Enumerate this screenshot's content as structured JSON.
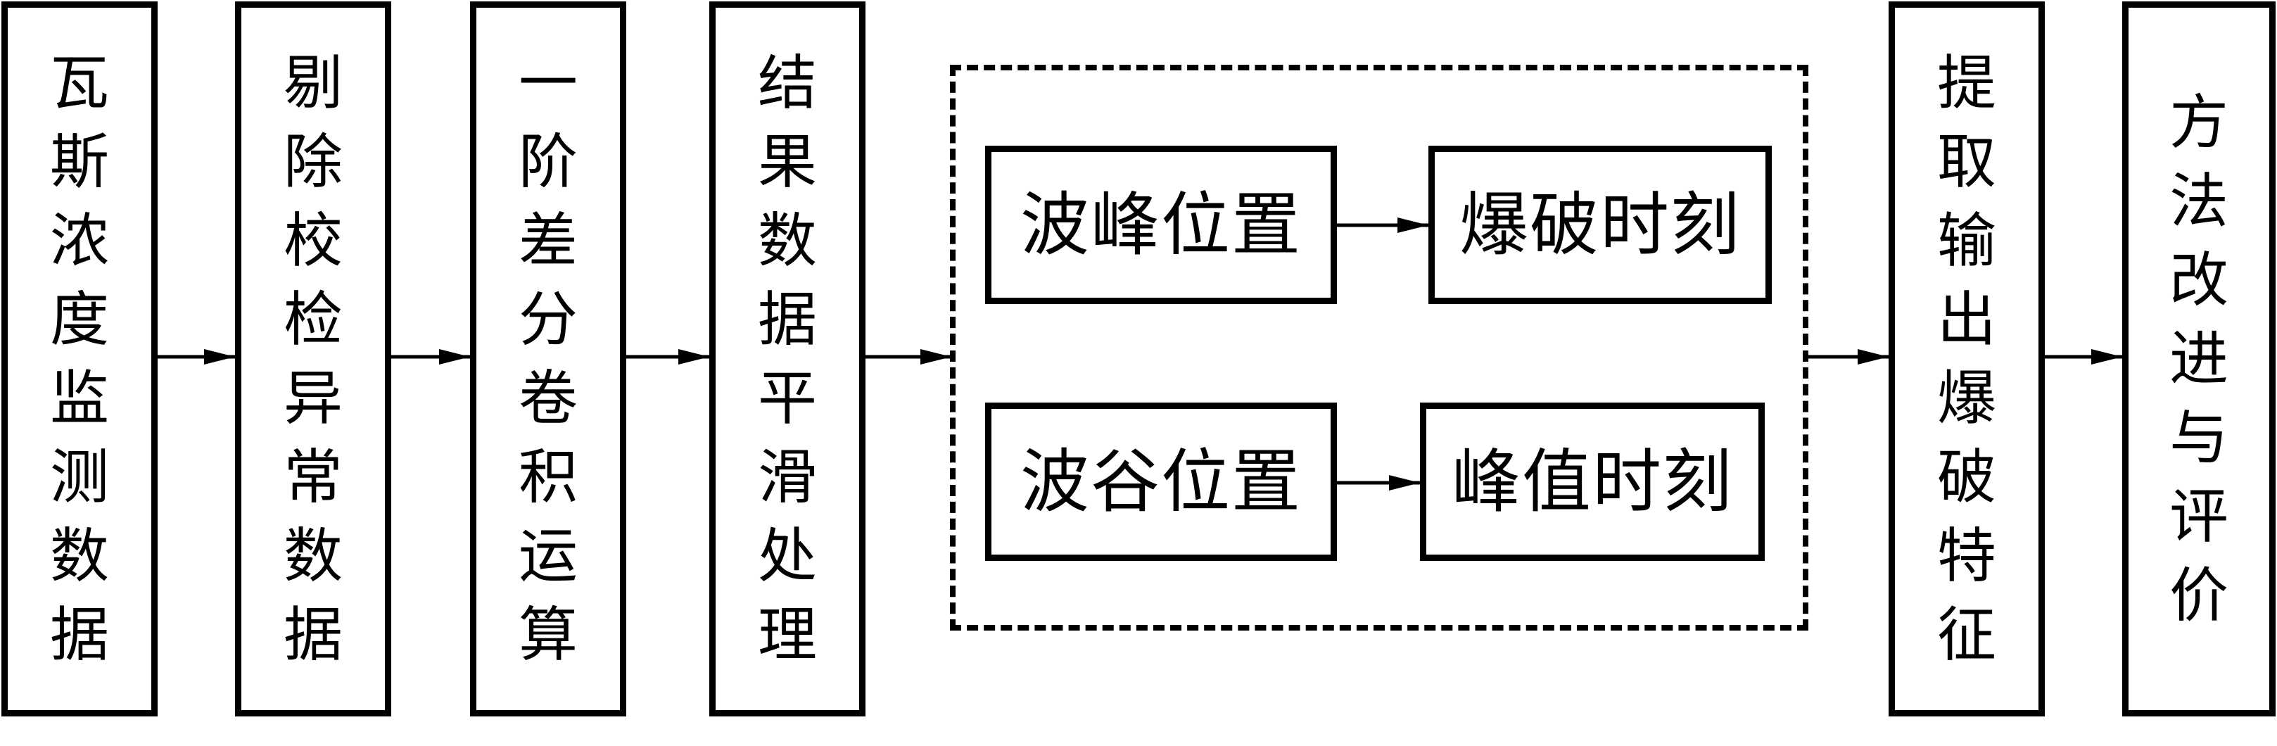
{
  "steps": [
    {
      "id": "gas-data",
      "label": "瓦斯浓度监测数据"
    },
    {
      "id": "remove-abnormal",
      "label": "剔除校检异常数据"
    },
    {
      "id": "first-order-diff",
      "label": "一阶差分卷积运算"
    },
    {
      "id": "smoothing",
      "label": "结果数据平滑处理"
    },
    {
      "id": "extract-features",
      "label": "提取输出爆破特征"
    },
    {
      "id": "improve-evaluate",
      "label": "方法改进与评价"
    }
  ],
  "group": {
    "rows": [
      {
        "source": "波峰位置",
        "target": "爆破时刻"
      },
      {
        "source": "波谷位置",
        "target": "峰值时刻"
      }
    ]
  }
}
